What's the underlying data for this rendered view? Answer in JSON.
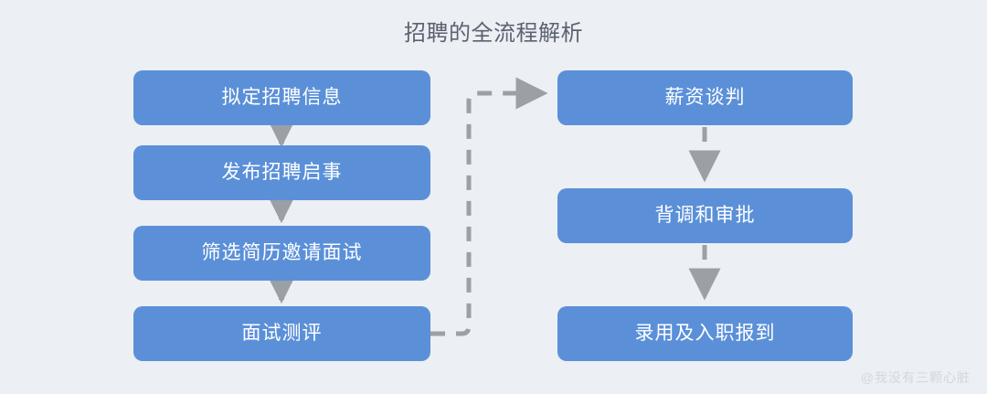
{
  "diagram": {
    "title": "招聘的全流程解析",
    "background_color": "#ECEFF3",
    "node_color": "#5B90D9",
    "node_text_color": "#FFFFFF",
    "edge_color": "#9AA0A6",
    "title_color": "#5B6270",
    "watermark": "@我没有三颗心脏",
    "watermark_color": "#D3D8DF",
    "type": "flowchart",
    "left_column": [
      {
        "id": "n1",
        "label": "拟定招聘信息"
      },
      {
        "id": "n2",
        "label": "发布招聘启事"
      },
      {
        "id": "n3",
        "label": "筛选简历邀请面试"
      },
      {
        "id": "n4",
        "label": "面试测评"
      }
    ],
    "right_column": [
      {
        "id": "n5",
        "label": "薪资谈判"
      },
      {
        "id": "n6",
        "label": "背调和审批"
      },
      {
        "id": "n7",
        "label": "录用及入职报到"
      }
    ],
    "edges": [
      {
        "from": "n1",
        "to": "n2",
        "style": "solid-arrow"
      },
      {
        "from": "n2",
        "to": "n3",
        "style": "solid-arrow"
      },
      {
        "from": "n3",
        "to": "n4",
        "style": "solid-arrow"
      },
      {
        "from": "n4",
        "to": "n5",
        "style": "dashed-elbow-arrow"
      },
      {
        "from": "n5",
        "to": "n6",
        "style": "dashed-arrow"
      },
      {
        "from": "n6",
        "to": "n7",
        "style": "dashed-arrow"
      }
    ]
  }
}
